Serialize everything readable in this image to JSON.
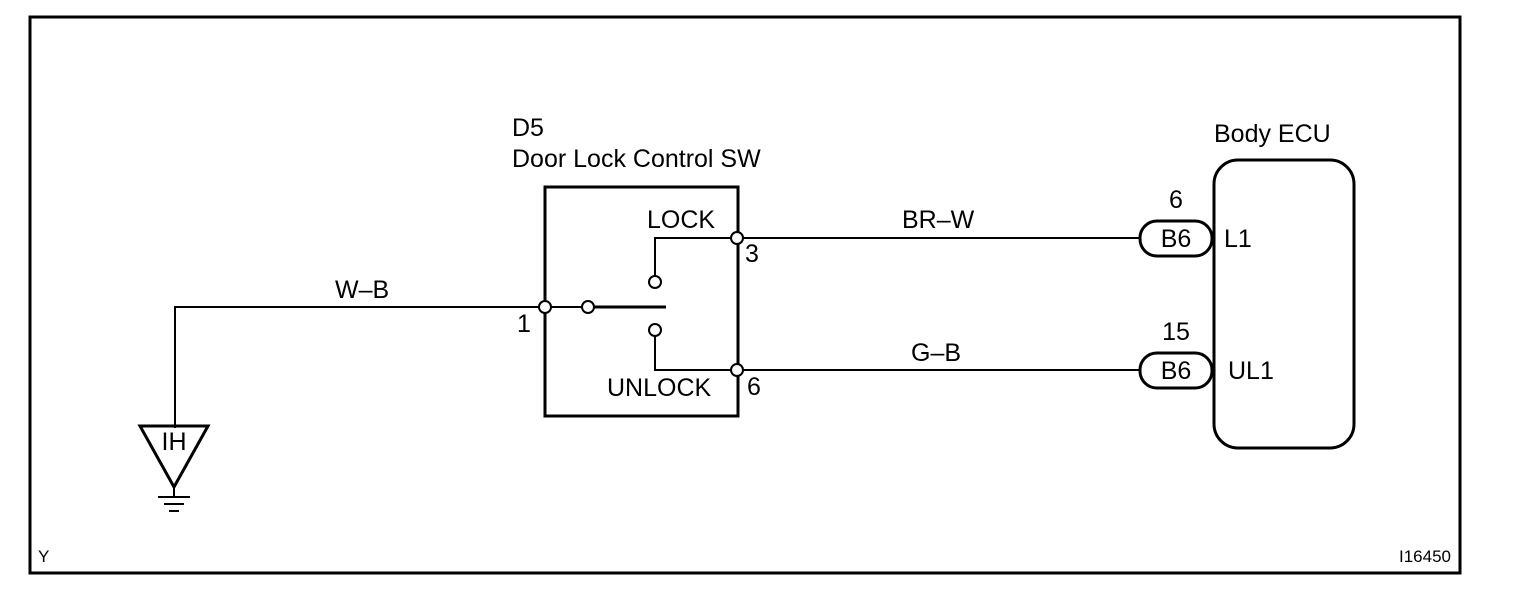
{
  "switch": {
    "code": "D5",
    "name": "Door Lock Control SW",
    "lock_label": "LOCK",
    "unlock_label": "UNLOCK",
    "pin_common": "1",
    "pin_lock": "3",
    "pin_unlock": "6"
  },
  "ecu": {
    "name": "Body ECU",
    "terminal_lock": "L1",
    "terminal_unlock": "UL1"
  },
  "connectors": [
    {
      "id": "B6",
      "pin": "6"
    },
    {
      "id": "B6",
      "pin": "15"
    }
  ],
  "wires": {
    "ground": "W–B",
    "lock": "BR–W",
    "unlock": "G–B"
  },
  "ground_point": "IH",
  "corner_left": "Y",
  "corner_right": "I16450"
}
